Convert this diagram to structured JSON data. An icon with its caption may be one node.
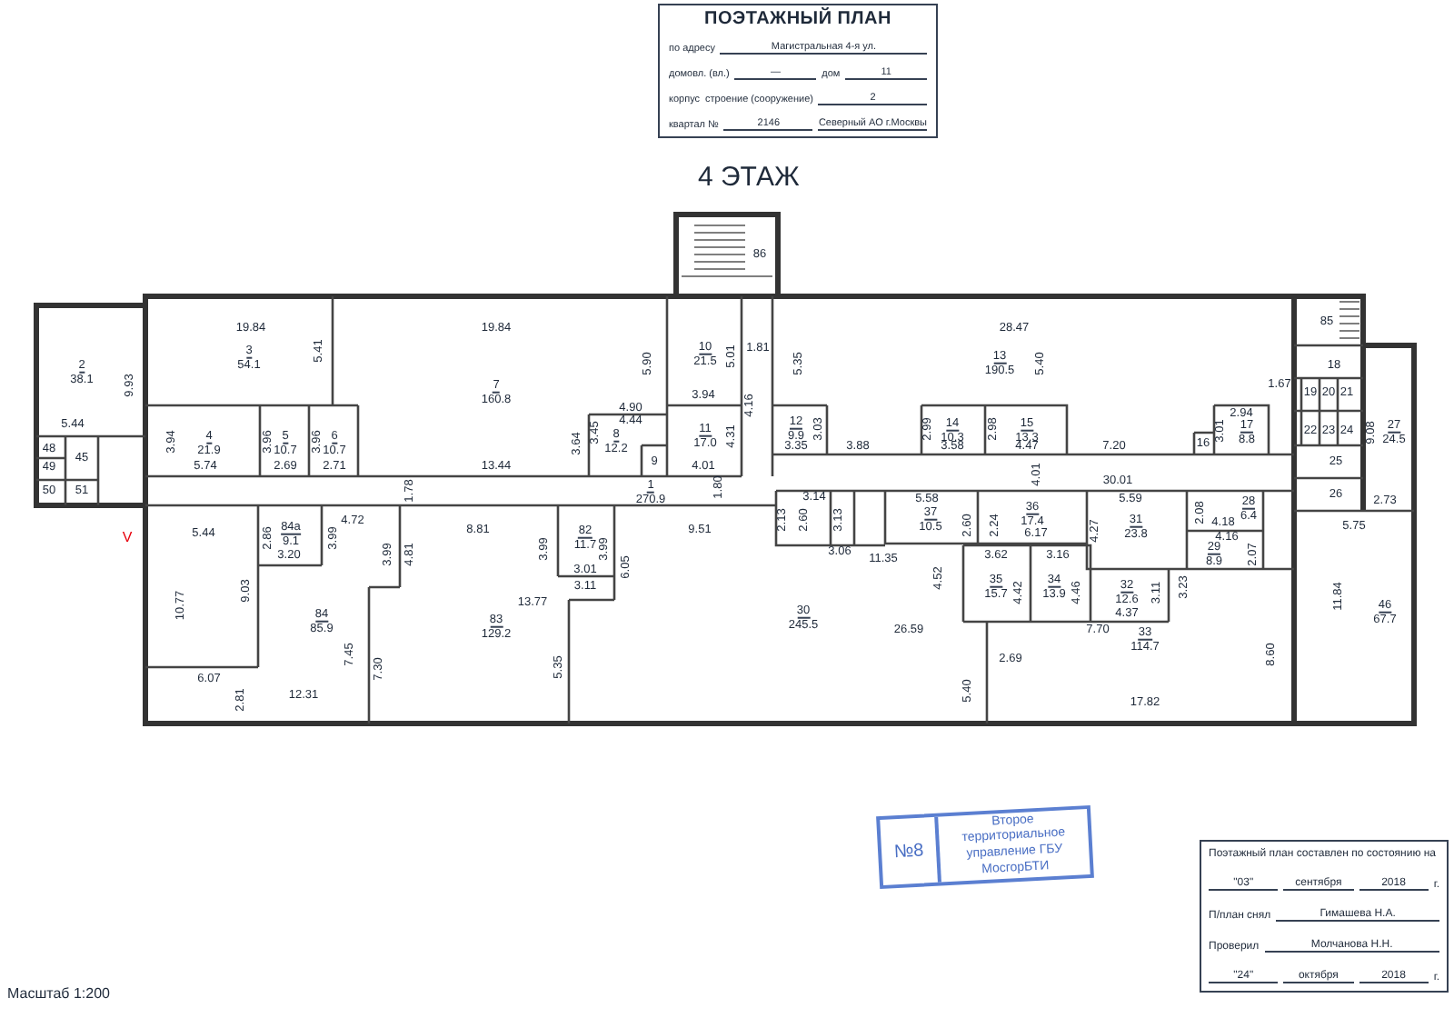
{
  "diagram": {
    "title": "4 ЭТАЖ",
    "nodes": [
      {
        "text": [
          "ПОЭТАЖНЫЙ ПЛАН",
          "по адресу",
          "Магистральная 4-я ул.",
          "домовл. (вл.)",
          "—",
          "дом",
          "11",
          "корпус",
          "строение (сооружение)",
          "2",
          "квартал №",
          "2146",
          "Северный АО г.Москвы"
        ]
      },
      {
        "text": [
          "86"
        ]
      },
      {
        "text": [
          "2",
          "38.1"
        ]
      },
      {
        "text": [
          "3",
          "54.1"
        ]
      },
      {
        "text": [
          "7",
          "160.8"
        ]
      },
      {
        "text": [
          "10",
          "21.5"
        ]
      },
      {
        "text": [
          "13",
          "190.5"
        ]
      },
      {
        "text": [
          "85"
        ]
      },
      {
        "text": [
          "18"
        ]
      },
      {
        "text": [
          "19"
        ]
      },
      {
        "text": [
          "20"
        ]
      },
      {
        "text": [
          "21"
        ]
      },
      {
        "text": [
          "27",
          "24.5"
        ]
      },
      {
        "text": [
          "4",
          "21.9"
        ]
      },
      {
        "text": [
          "5",
          "10.7"
        ]
      },
      {
        "text": [
          "6",
          "10.7"
        ]
      },
      {
        "text": [
          "8",
          "12.2"
        ]
      },
      {
        "text": [
          "9"
        ]
      },
      {
        "text": [
          "11",
          "17.0"
        ]
      },
      {
        "text": [
          "12",
          "9.9"
        ]
      },
      {
        "text": [
          "14",
          "10.3"
        ]
      },
      {
        "text": [
          "15",
          "13.3"
        ]
      },
      {
        "text": [
          "16"
        ]
      },
      {
        "text": [
          "17",
          "8.8"
        ]
      },
      {
        "text": [
          "22"
        ]
      },
      {
        "text": [
          "23"
        ]
      },
      {
        "text": [
          "24"
        ]
      },
      {
        "text": [
          "48"
        ]
      },
      {
        "text": [
          "49"
        ]
      },
      {
        "text": [
          "45"
        ]
      },
      {
        "text": [
          "25"
        ]
      },
      {
        "text": [
          "50"
        ]
      },
      {
        "text": [
          "51"
        ]
      },
      {
        "text": [
          "1",
          "270.9"
        ]
      },
      {
        "text": [
          "26"
        ]
      },
      {
        "text": [
          "37",
          "10.5"
        ]
      },
      {
        "text": [
          "36",
          "17.4"
        ]
      },
      {
        "text": [
          "31",
          "23.8"
        ]
      },
      {
        "text": [
          "28",
          "6.4"
        ]
      },
      {
        "text": [
          "84а",
          "9.1"
        ]
      },
      {
        "text": [
          "82",
          "11.7"
        ]
      },
      {
        "text": [
          "29",
          "8.9"
        ]
      },
      {
        "text": [
          "35",
          "15.7"
        ]
      },
      {
        "text": [
          "34",
          "13.9"
        ]
      },
      {
        "text": [
          "32",
          "12.6"
        ]
      },
      {
        "text": [
          "46",
          "67.7"
        ]
      },
      {
        "text": [
          "84",
          "85.9"
        ]
      },
      {
        "text": [
          "83",
          "129.2"
        ]
      },
      {
        "text": [
          "30",
          "245.5"
        ]
      },
      {
        "text": [
          "33",
          "114.7"
        ]
      },
      {
        "text": [
          "№8",
          "Второе территориальное управление ГБУ МосгорБТИ"
        ]
      },
      {
        "text": [
          "Поэтажный план составлен по состоянию на",
          "\"03\"",
          "сентября",
          "2018",
          "г.",
          "П/план снял",
          "Гимашева Н.А.",
          "Проверил",
          "Молчанова Н.Н.",
          "\"24\"",
          "октября",
          "2018",
          "г."
        ]
      }
    ],
    "labels": [
      "19.84",
      "19.84",
      "28.47",
      "5.41",
      "1.81",
      "5.90",
      "5.01",
      "5.35",
      "5.40",
      "9.93",
      "1.67",
      "3.94",
      "2.94",
      "4.90",
      "4.44",
      "4.16",
      "5.44",
      "3.94",
      "3.96",
      "3.96",
      "3.64",
      "3.45",
      "4.31",
      "3.03",
      "2.99",
      "2.98",
      "3.01",
      "9.08",
      "5.74",
      "2.69",
      "2.71",
      "13.44",
      "4.01",
      "3.35",
      "3.88",
      "3.58",
      "4.47",
      "7.20",
      "4.01",
      "30.01",
      "1.78",
      "1.80",
      "3.14",
      "5.58",
      "5.59",
      "2.73",
      "2.13",
      "2.60",
      "3.13",
      "2.60",
      "2.24",
      "4.18",
      "2.08",
      "4.27",
      "5.75",
      "9.51",
      "5.44",
      "4.72",
      "8.81",
      "2.86",
      "3.99",
      "3.99",
      "3.99",
      "4.16",
      "6.17",
      "3.06",
      "3.20",
      "3.99",
      "4.81",
      "11.35",
      "3.62",
      "3.16",
      "2.07",
      "3.01",
      "6.05",
      "3.11",
      "10.77",
      "9.03",
      "13.77",
      "4.52",
      "4.42",
      "4.46",
      "4.37",
      "3.11",
      "3.23",
      "11.84",
      "26.59",
      "7.70",
      "7.45",
      "8.60",
      "2.69",
      "7.30",
      "5.35",
      "6.07",
      "5.40",
      "12.31",
      "2.81",
      "17.82",
      "V",
      "Масштаб 1:200"
    ]
  }
}
